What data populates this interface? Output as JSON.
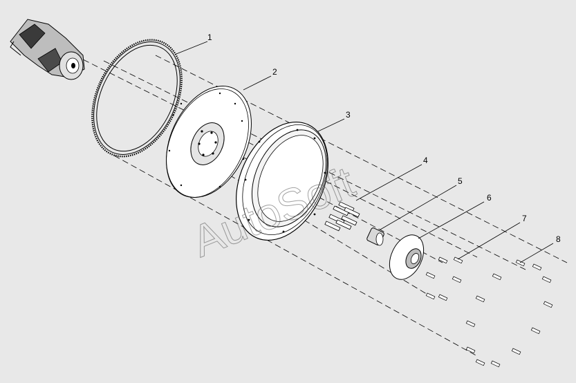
{
  "diagram": {
    "callouts": [
      "1",
      "2",
      "3",
      "4",
      "5",
      "6",
      "7",
      "8"
    ],
    "watermark": "AutoSoft",
    "colors": {
      "background": "#e8e8e8",
      "line": "#000000",
      "part_fill": "#ffffff",
      "part_shadow": "#cfcfcf",
      "dark_part": "#3a3a3a"
    },
    "parts": [
      {
        "callout": "1",
        "name": "ring-gear"
      },
      {
        "callout": "2",
        "name": "flywheel-plate"
      },
      {
        "callout": "3",
        "name": "flywheel-housing"
      },
      {
        "callout": "4",
        "name": "bolt-set"
      },
      {
        "callout": "5",
        "name": "bushing"
      },
      {
        "callout": "6",
        "name": "hub-flange"
      },
      {
        "callout": "7",
        "name": "small-bolts"
      },
      {
        "callout": "8",
        "name": "large-bolts"
      }
    ]
  }
}
